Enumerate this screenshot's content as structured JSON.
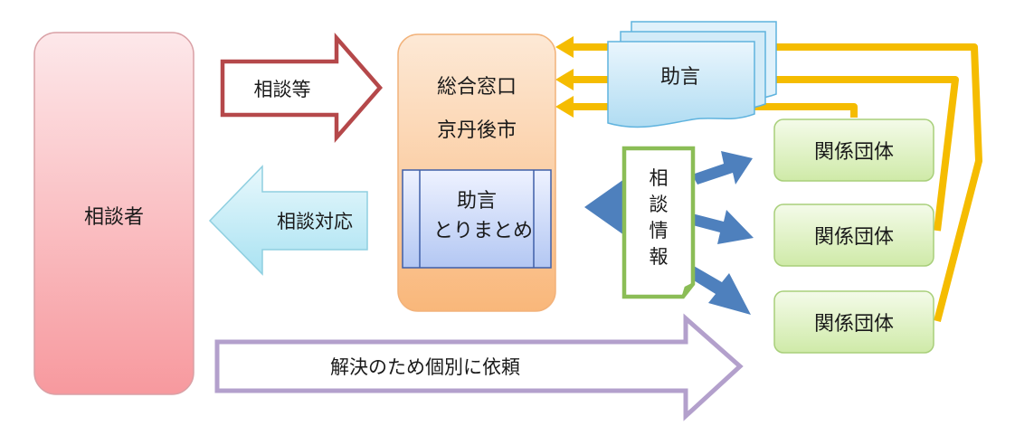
{
  "consultant": {
    "label": "相談者"
  },
  "arrows": {
    "consultation": "相談等",
    "response": "相談対応",
    "resolution": "解決のため個別に依頼"
  },
  "window": {
    "line1": "総合窓口",
    "line2": "京丹後市",
    "inner_line1": "助言",
    "inner_line2": "とりまとめ"
  },
  "advice_doc": {
    "label": "助言"
  },
  "consult_info": {
    "chars": [
      "相",
      "談",
      "情",
      "報"
    ]
  },
  "organizations": [
    {
      "label": "関係団体"
    },
    {
      "label": "関係団体"
    },
    {
      "label": "関係団体"
    }
  ]
}
